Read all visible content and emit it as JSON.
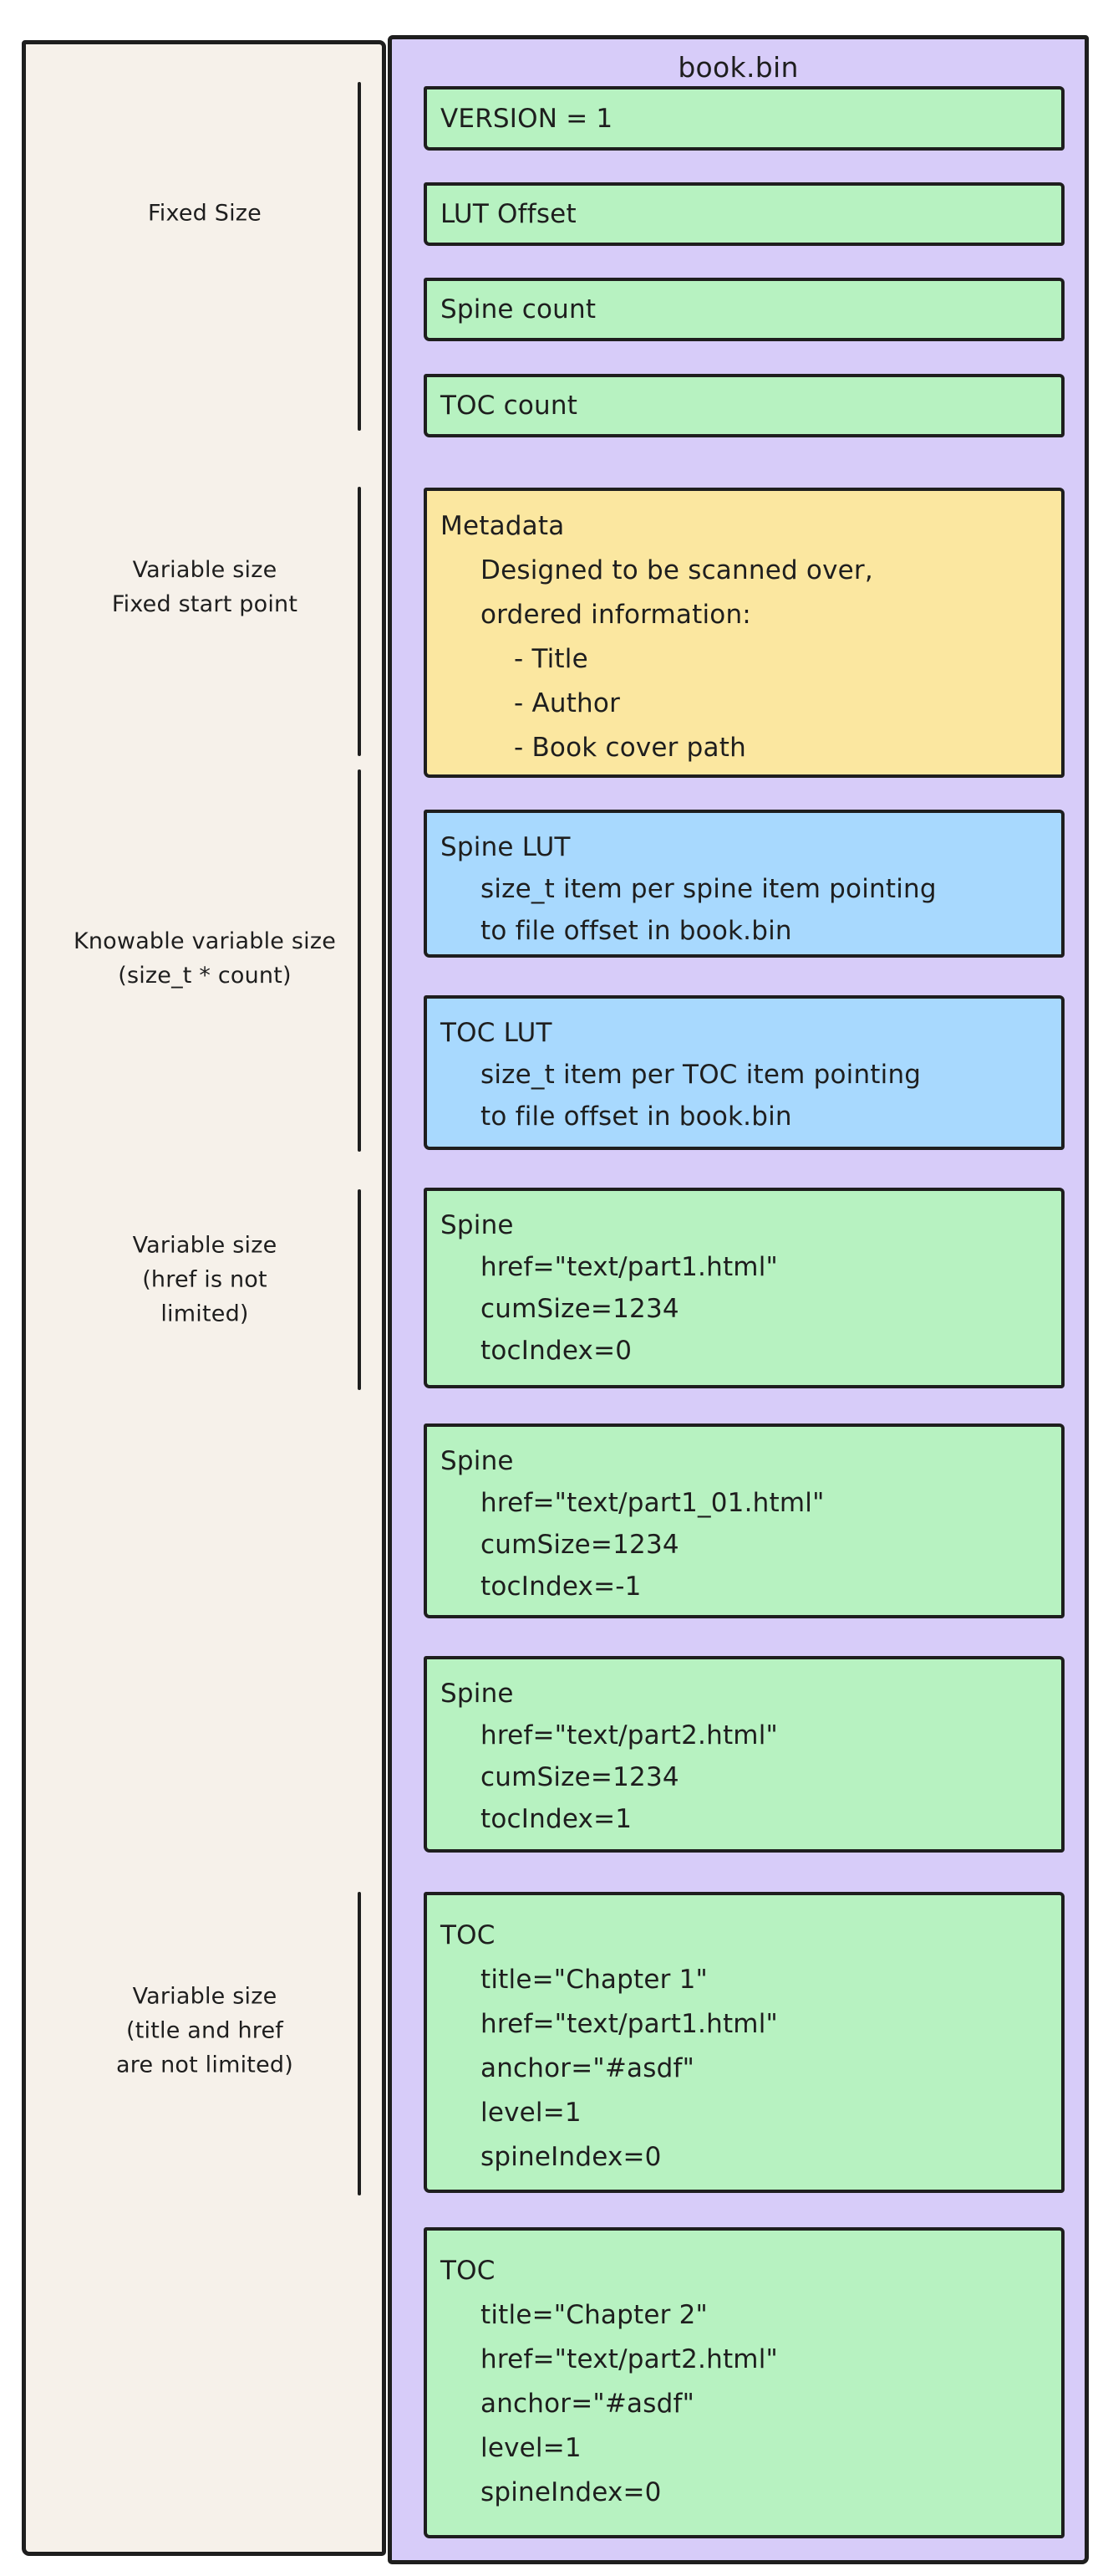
{
  "title": "book.bin",
  "colors": {
    "background": "#ffffff",
    "panelBg": "#f6f1ea",
    "containerBg": "#d7ccf9",
    "green": "#b7f2c1",
    "yellow": "#fbe7a0",
    "blue": "#a8d9fe",
    "stroke": "#1e1e1e",
    "text": "#1e1e1e"
  },
  "annotations": [
    {
      "lines": [
        "Fixed Size"
      ]
    },
    {
      "lines": [
        "Variable size",
        "Fixed start point"
      ]
    },
    {
      "lines": [
        "Knowable variable size",
        "(size_t * count)"
      ]
    },
    {
      "lines": [
        "Variable size",
        "(href is not",
        "limited)"
      ]
    },
    {
      "lines": [
        "Variable size",
        "(title and href",
        "are not limited)"
      ]
    }
  ],
  "blocks": [
    {
      "id": "version",
      "color": "green",
      "lines": [
        "VERSION = 1"
      ]
    },
    {
      "id": "lut-offset",
      "color": "green",
      "lines": [
        "LUT Offset"
      ]
    },
    {
      "id": "spine-count",
      "color": "green",
      "lines": [
        "Spine count"
      ]
    },
    {
      "id": "toc-count",
      "color": "green",
      "lines": [
        "TOC count"
      ]
    },
    {
      "id": "metadata",
      "color": "yellow",
      "lines": [
        "Metadata",
        "Designed to be scanned over,",
        "ordered information:",
        "- Title",
        "- Author",
        "- Book cover path"
      ]
    },
    {
      "id": "spine-lut",
      "color": "blue",
      "lines": [
        "Spine LUT",
        "size_t item per spine item pointing",
        "to file offset in book.bin"
      ]
    },
    {
      "id": "toc-lut",
      "color": "blue",
      "lines": [
        "TOC LUT",
        "size_t item per TOC item pointing",
        "to file offset in book.bin"
      ]
    },
    {
      "id": "spine-1",
      "color": "green",
      "lines": [
        "Spine",
        "href=\"text/part1.html\"",
        "cumSize=1234",
        "tocIndex=0"
      ]
    },
    {
      "id": "spine-2",
      "color": "green",
      "lines": [
        "Spine",
        "href=\"text/part1_01.html\"",
        "cumSize=1234",
        "tocIndex=-1"
      ]
    },
    {
      "id": "spine-3",
      "color": "green",
      "lines": [
        "Spine",
        "href=\"text/part2.html\"",
        "cumSize=1234",
        "tocIndex=1"
      ]
    },
    {
      "id": "toc-1",
      "color": "green",
      "lines": [
        "TOC",
        "title=\"Chapter 1\"",
        "href=\"text/part1.html\"",
        "anchor=\"#asdf\"",
        "level=1",
        "spineIndex=0"
      ]
    },
    {
      "id": "toc-2",
      "color": "green",
      "lines": [
        "TOC",
        "title=\"Chapter 2\"",
        "href=\"text/part2.html\"",
        "anchor=\"#asdf\"",
        "level=1",
        "spineIndex=0"
      ]
    }
  ]
}
